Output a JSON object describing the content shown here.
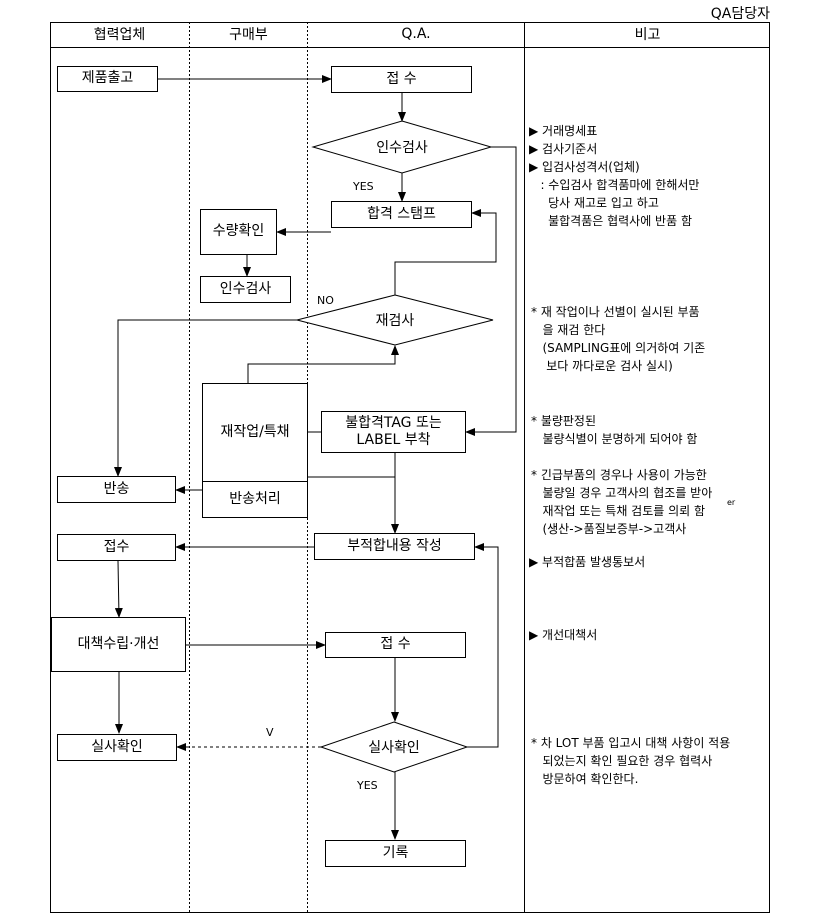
{
  "owner_label": "QA담당자",
  "columns": [
    "협력업체",
    "구매부",
    "Q.A.",
    "비고"
  ],
  "nodes": {
    "ship": "제품출고",
    "receive1": "접 수",
    "inspect": "인수검사",
    "pass_stamp": "합격 스탬프",
    "qty_check": "수량확인",
    "accept_insp": "인수검사",
    "reinspect": "재검사",
    "rework": "재작업/특채",
    "fail_tag_1": "불합격TAG 또는",
    "fail_tag_2": "LABEL 부착",
    "return": "반송",
    "return_proc": "반송처리",
    "receipt2": "접수",
    "nonconf": "부적합내용 작성",
    "plan": "대책수립·개선",
    "receive3": "접 수",
    "verify_partner": "실사확인",
    "verify_qa": "실사확인",
    "record": "기록"
  },
  "labels": {
    "yes1": "YES",
    "no1": "NO",
    "v": "V",
    "yes2": "YES"
  },
  "notes": {
    "n1": "▶ 거래명세표\n▶ 검사기준서\n▶ 입검사성격서(업체)\n   : 수입검사 합격품마에 한해서만\n     당사 재고로 입고 하고\n     불합격품은 협력사에 반품 함",
    "n2": "* 재 작업이나 선별이 실시된 부품\n   을 재검 한다\n   (SAMPLING표에 의거하여 기존\n    보다 까다로운 검사 실시)",
    "n3": "* 불량판정된\n   불량식별이 분명하게 되어야 함",
    "n4": "* 긴급부품의 경우나 사용이 가능한\n   불량일 경우 고객사의 협조를 받아\n   재작업 또는 특채 검토를 의뢰 함\n   (생산->품질보증부->고객사",
    "n4_overlap": "er",
    "n5": "▶ 부적합품 발생통보서",
    "n6": "▶ 개선대책서",
    "n7": "* 차 LOT 부품 입고시 대책 사항이 적용\n   되었는지 확인 필요한 경우 협력사\n   방문하여 확인한다."
  }
}
